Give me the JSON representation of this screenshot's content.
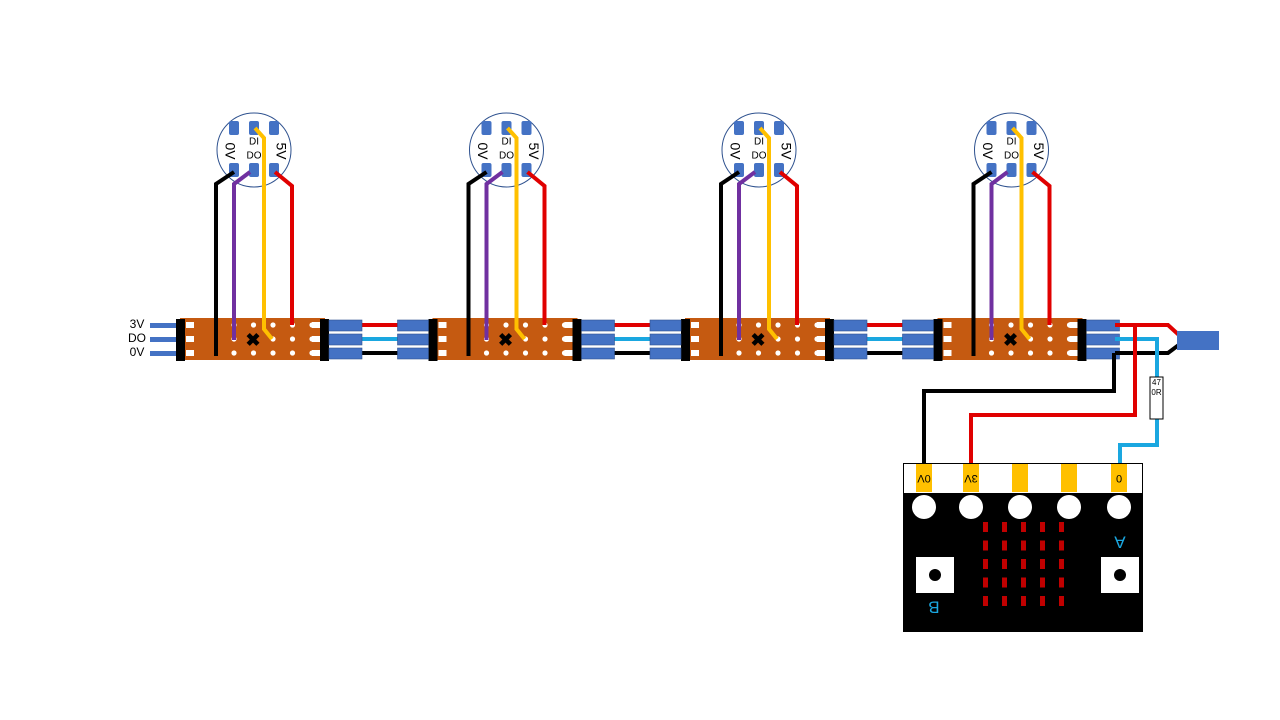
{
  "strip_input_labels": [
    "3V",
    "DO",
    "0V"
  ],
  "led": {
    "label_0v": "0V",
    "label_di": "DI",
    "label_do": "DO",
    "label_5v": "5V"
  },
  "module_count": 4,
  "resistor": {
    "label": "470R"
  },
  "microbit": {
    "pins": [
      "0V",
      "3V",
      "",
      "",
      "0"
    ],
    "button_a": "A",
    "button_b": "B",
    "led_matrix": "5x5"
  },
  "colors": {
    "board": "#c55a11",
    "plug": "#4472c4",
    "pin_gold": "#ffc000",
    "wire_red": "#e00000",
    "wire_black": "#000000",
    "wire_cyan": "#1aa7e0",
    "wire_purple": "#7030a0",
    "wire_yellow": "#ffc000",
    "led_red": "#c00000",
    "button_label": "#1aa7e0"
  }
}
